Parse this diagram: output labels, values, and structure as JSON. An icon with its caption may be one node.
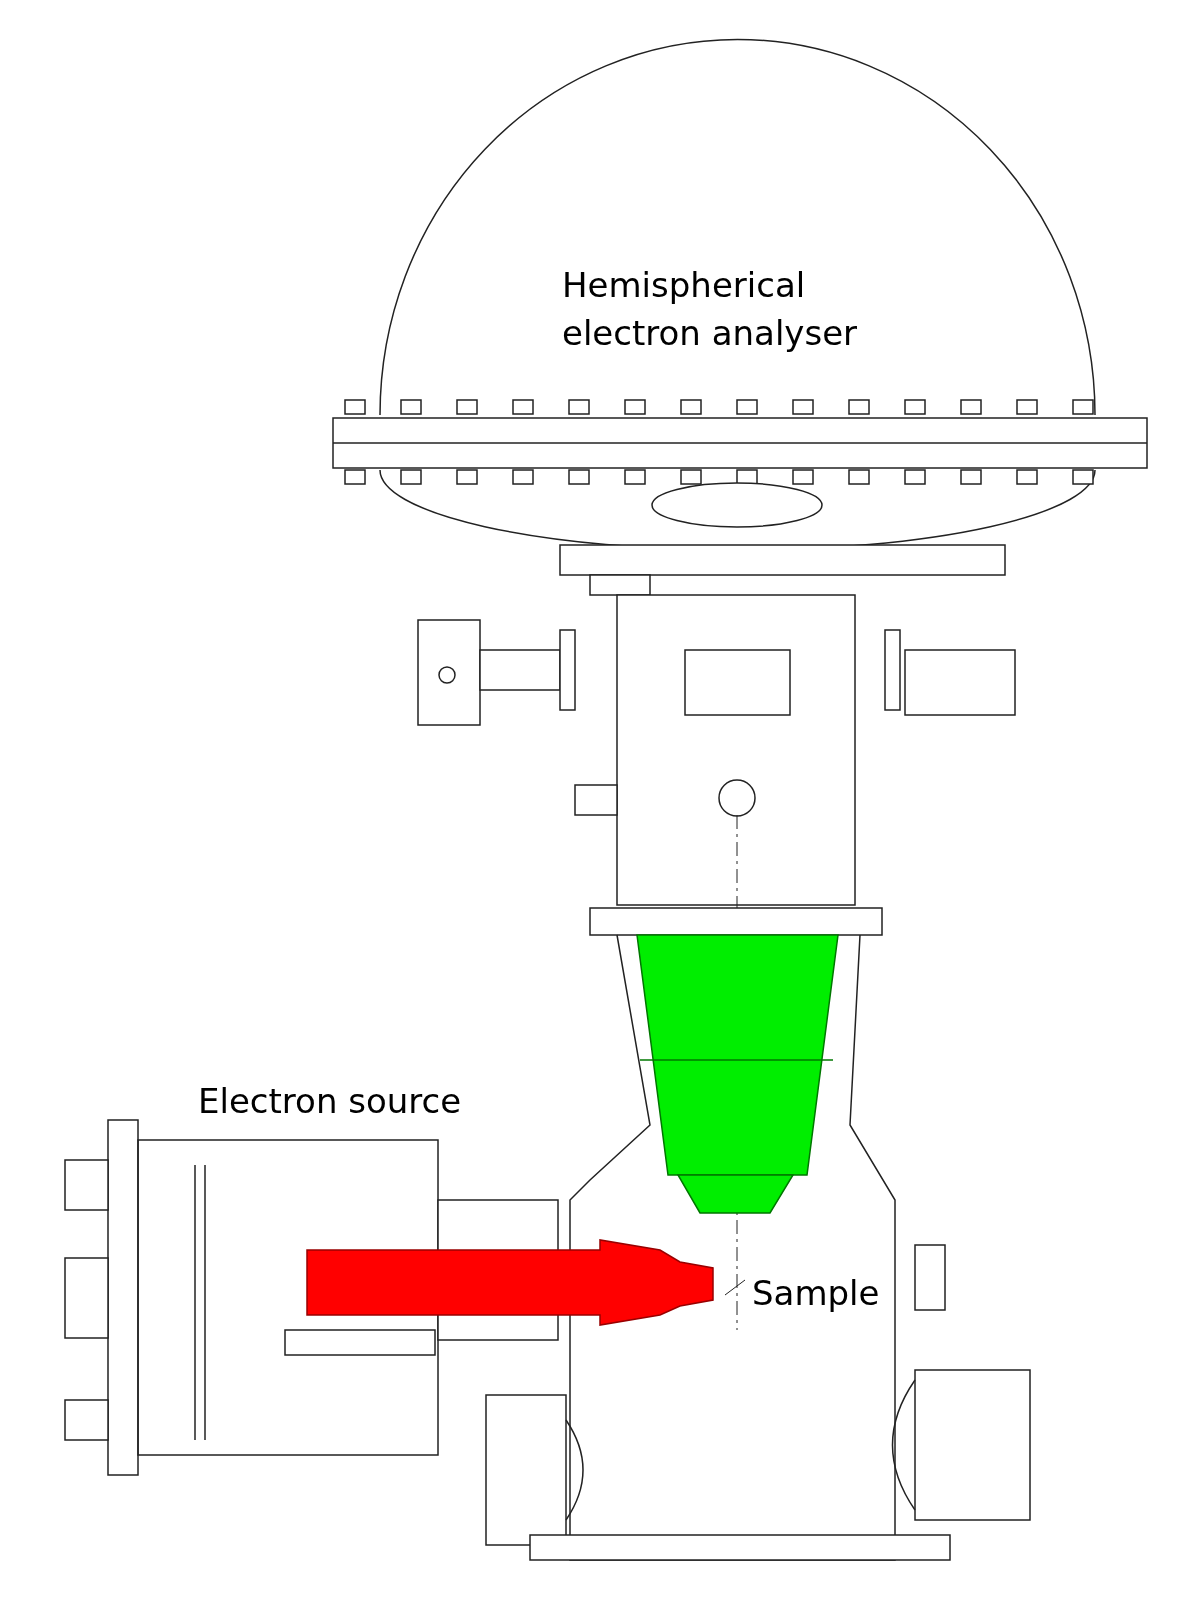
{
  "diagram": {
    "labels": [
      "Hemispherical electron analyser",
      "Electron source",
      "Sample"
    ]
  }
}
